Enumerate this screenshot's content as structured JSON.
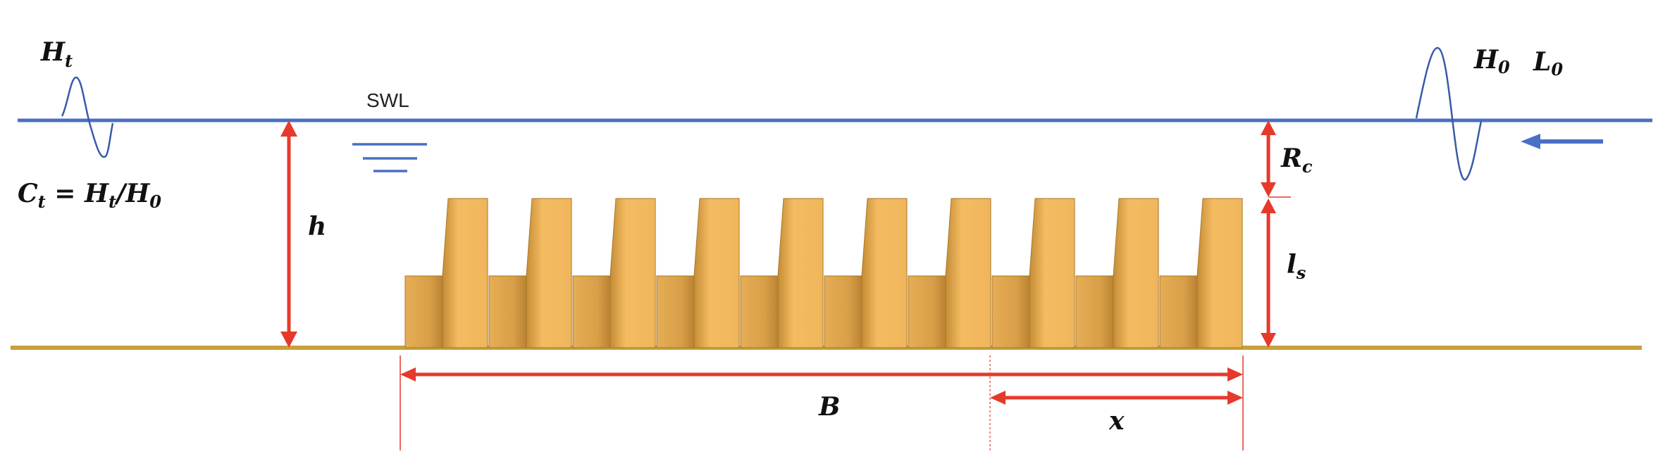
{
  "colors": {
    "water": "#4a6fc4",
    "seabed": "#c9a13a",
    "dimension": "#e53a2b",
    "block_light": "#f2b85e",
    "block_dark": "#b98530",
    "arrow": "#4a6fc4"
  },
  "labels": {
    "swl": "SWL",
    "transmitted_height": "H",
    "transmitted_height_sub": "t",
    "incident_height": "H",
    "incident_height_sub": "0",
    "wavelength": "L",
    "wavelength_sub": "0",
    "coefficient": "C",
    "coefficient_sub": "t",
    "coefficient_eq": " = H",
    "coefficient_eq_sub": "t",
    "coefficient_slash": "/H",
    "coefficient_slash_sub": "0",
    "depth": "h",
    "freeboard": "R",
    "freeboard_sub": "c",
    "structure_height": "l",
    "structure_height_sub": "s",
    "width": "B",
    "distance": "x"
  },
  "structure": {
    "tall_blocks": 10,
    "short_blocks": 10
  }
}
